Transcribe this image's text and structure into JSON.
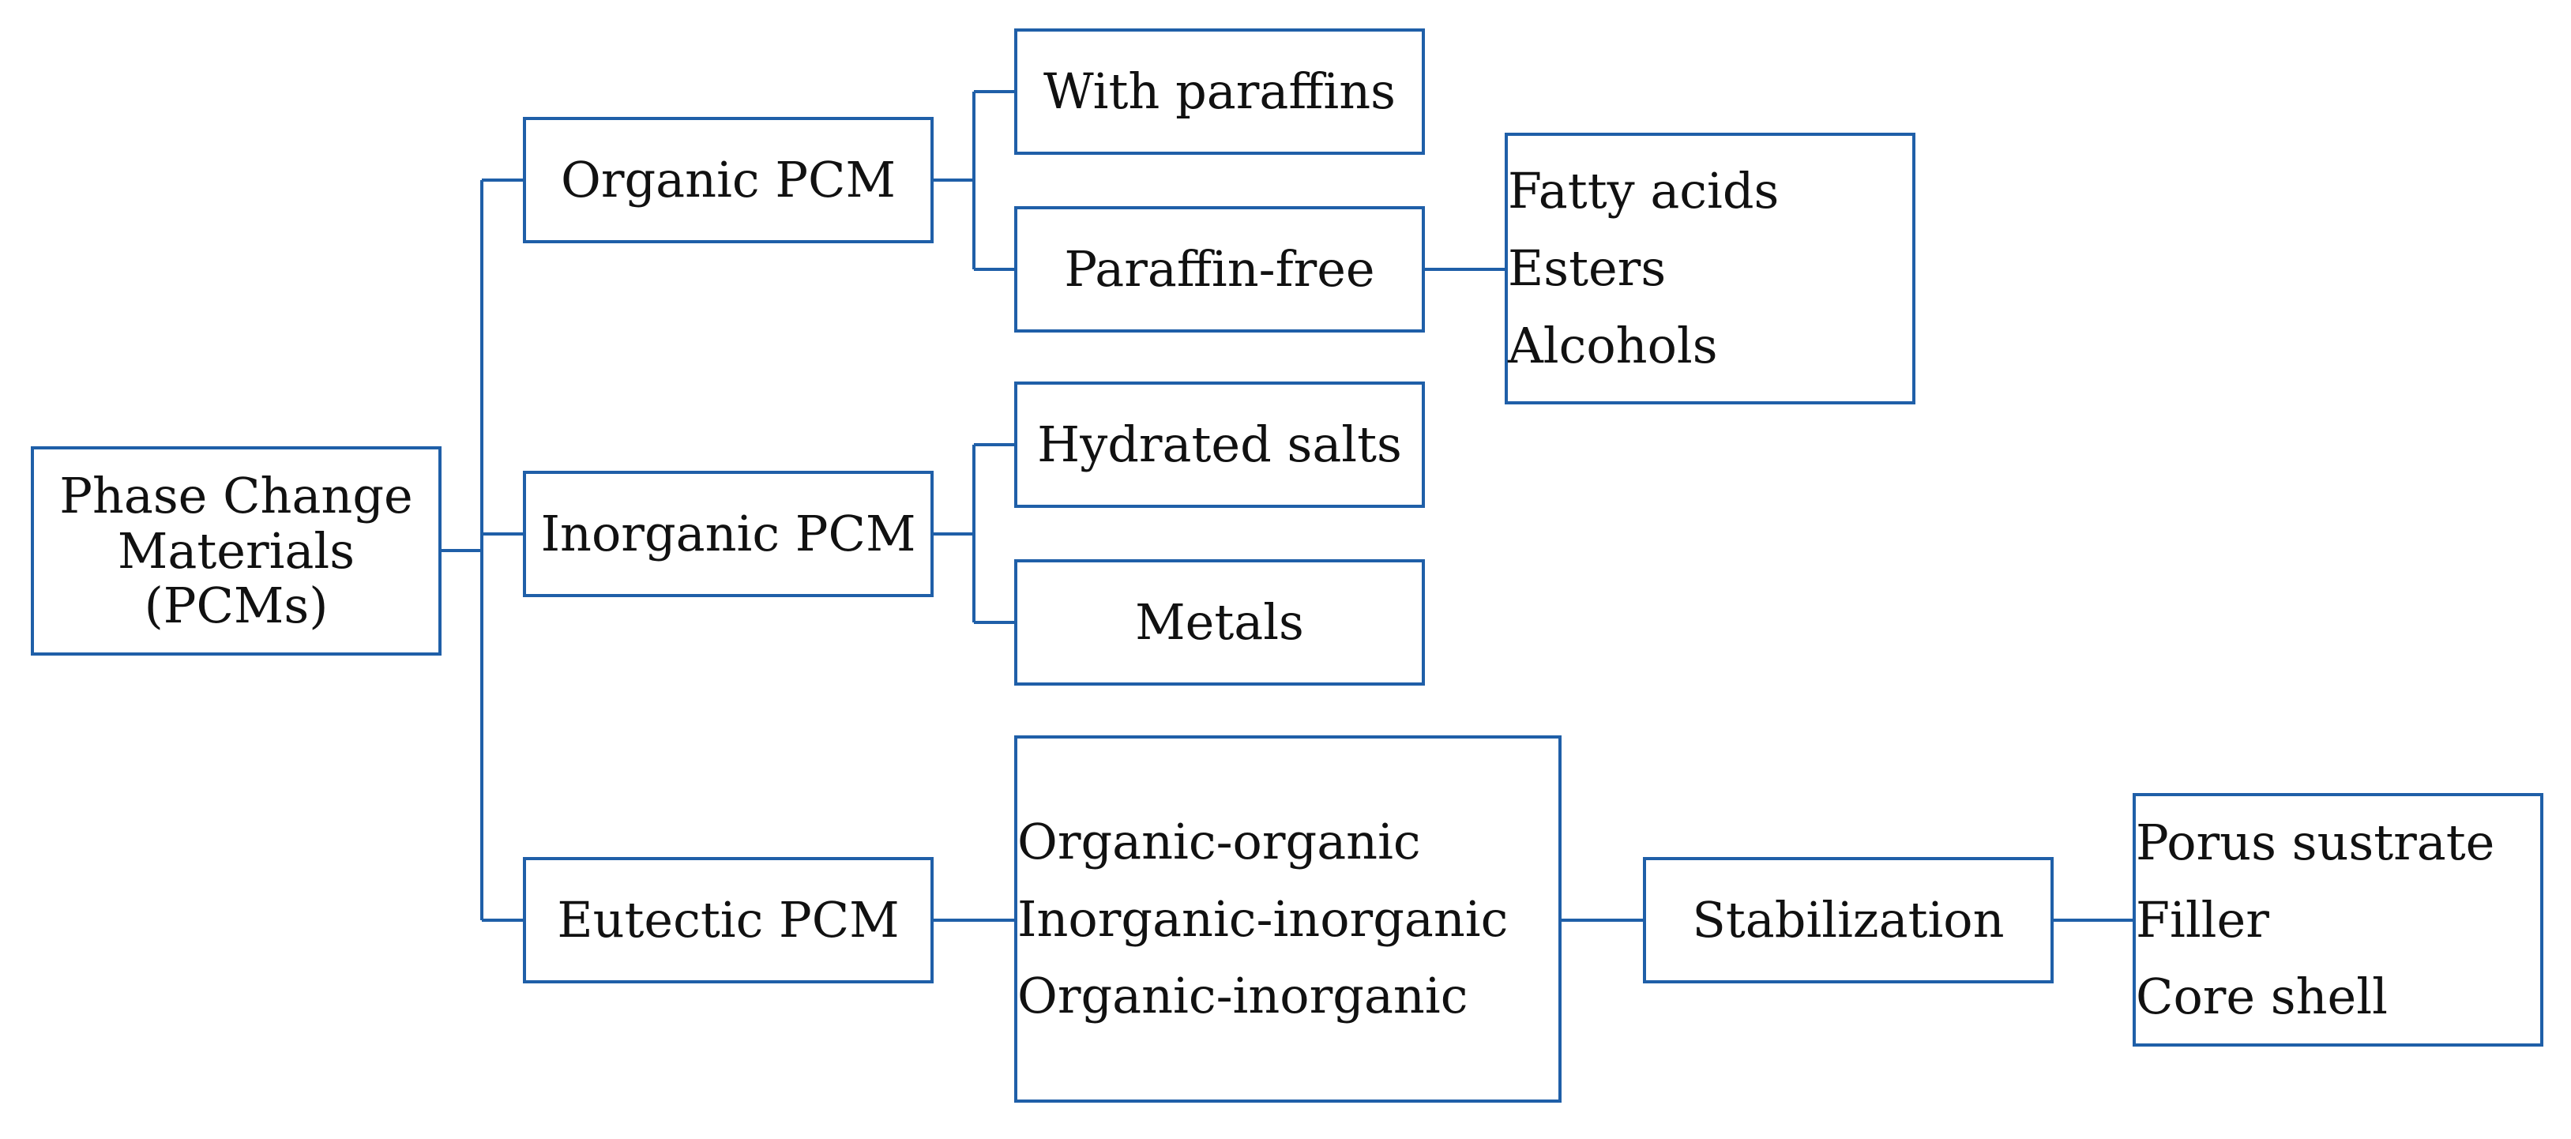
{
  "diagram": {
    "line_color": "#1f5fa8",
    "nodes": {
      "root": {
        "lines": [
          "Phase Change",
          "Materials",
          "(PCMs)"
        ]
      },
      "organic": {
        "label": "Organic PCM"
      },
      "inorganic": {
        "label": "Inorganic PCM"
      },
      "eutectic": {
        "label": "Eutectic PCM"
      },
      "with_paraffins": {
        "label": "With paraffins"
      },
      "paraffin_free": {
        "label": "Paraffin-free"
      },
      "paraffin_free_types": {
        "items": [
          "Fatty acids",
          "Esters",
          "Alcohols"
        ]
      },
      "hydrated_salts": {
        "label": "Hydrated salts"
      },
      "metals": {
        "label": "Metals"
      },
      "eutectic_types": {
        "items": [
          "Organic-organic",
          "Inorganic-inorganic",
          "Organic-inorganic"
        ]
      },
      "stabilization": {
        "label": "Stabilization"
      },
      "stabilization_methods": {
        "items": [
          "Porus sustrate",
          "Filler",
          "Core shell"
        ]
      }
    }
  }
}
